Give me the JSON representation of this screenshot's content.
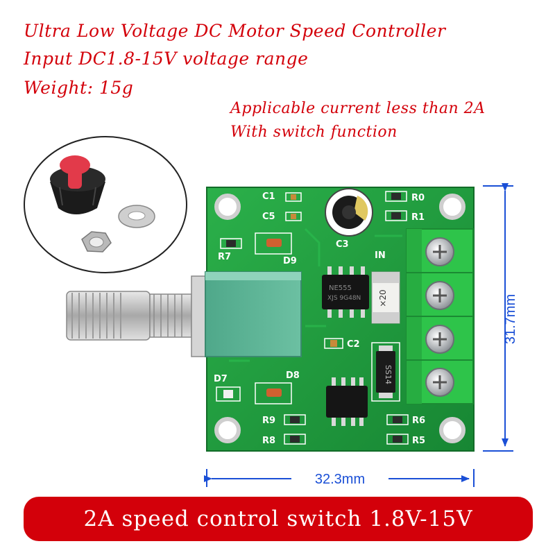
{
  "captions": {
    "line1": "Ultra Low Voltage DC Motor Speed Controller",
    "line2": "Input DC1.8-15V voltage range",
    "line3": "Weight: 15g",
    "line4": "Applicable current less than 2A",
    "line5": "With switch function"
  },
  "board": {
    "labels": {
      "c1": "C1",
      "c5": "C5",
      "r0": "R0",
      "r1": "R1",
      "r7": "R7",
      "d9": "D9",
      "in": "IN",
      "c2": "C2",
      "d7": "D7",
      "d8": "D8",
      "r9": "R9",
      "r8": "R8",
      "r6": "R6",
      "r5": "R5",
      "c3": "C3"
    },
    "chips": {
      "ic1_line1": "NE555",
      "ic1_line2": "XJS 9G48N",
      "fuse": "×20",
      "diode": "SS14"
    }
  },
  "dimensions": {
    "height": "31.7mm",
    "width": "32.3mm"
  },
  "banner": "2A speed control switch 1.8V-15V",
  "colors": {
    "caption": "#d3000a",
    "pcb": "#1f9a3e",
    "dimension": "#1a4fd6",
    "terminal": "#2ec44a"
  }
}
